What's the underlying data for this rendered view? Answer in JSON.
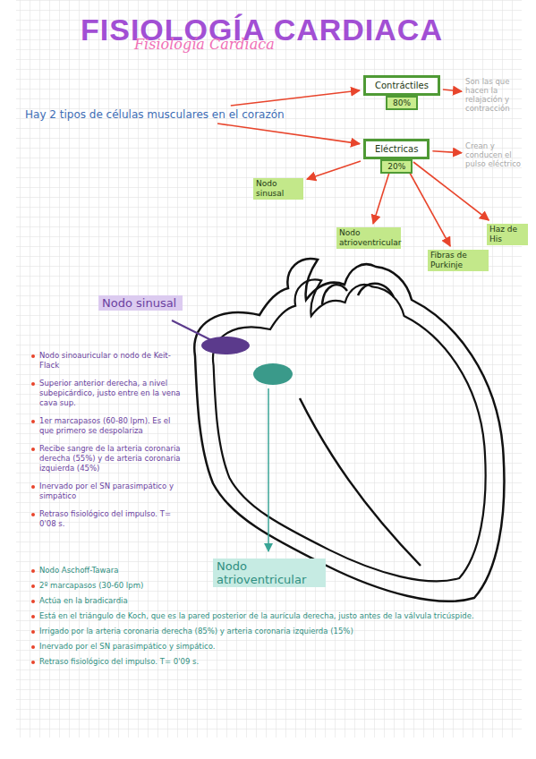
{
  "diagram": {
    "title": "FISIOLOGÍA CARDIACA",
    "nodes": [
      {
        "text": [
          "Hay 2 tipos de células musculares en el corazón"
        ]
      },
      {
        "text": [
          "Contráctiles",
          "80%"
        ]
      },
      {
        "text": [
          "Eléctricas",
          "20%"
        ]
      },
      {
        "text": [
          "Nodo sinusal"
        ]
      },
      {
        "text": [
          "Nodo atrioventricular"
        ]
      },
      {
        "text": [
          "Fibras de Purkinje"
        ]
      },
      {
        "text": [
          "Haz de His"
        ]
      },
      {
        "text": [
          "Son las que hacen la relajación y contracción"
        ]
      },
      {
        "text": [
          "Crean y conducen el pulso eléctrico"
        ]
      }
    ],
    "edges": [
      {
        "from": 0,
        "to": 1,
        "arrow": "to"
      },
      {
        "from": 0,
        "to": 2,
        "arrow": "to"
      },
      {
        "from": 1,
        "to": 7,
        "arrow": "to"
      },
      {
        "from": 2,
        "to": 8,
        "arrow": "to"
      },
      {
        "from": 2,
        "to": 3,
        "arrow": "to"
      },
      {
        "from": 2,
        "to": 4,
        "arrow": "to"
      },
      {
        "from": 2,
        "to": 5,
        "arrow": "to"
      },
      {
        "from": 2,
        "to": 6,
        "arrow": "to"
      }
    ],
    "labels": [
      "Fisiología Cardiaca",
      "Nodo sinusal",
      "Nodo atrioventricular",
      "Nodo sinoauricular o nodo de Keit-Flack",
      "Superior anterior derecha, a nivel subepicárdico, justo entre en la vena cava sup.",
      "1er marcapasos (60-80 lpm). Es el que primero se despolariza",
      "Recibe sangre de la arteria coronaria derecha (55%) y de arteria coronaria izquierda (45%)",
      "Inervado por el SN parasimpático y simpático",
      "Retraso fisiológico del impulso. T= 0'08 s.",
      "Nodo Aschoff-Tawara",
      "2º marcapasos (30-60 lpm)",
      "Actúa en la bradicardia",
      "Está en el triángulo de Koch, que es la pared posterior de la aurícula derecha, justo antes de la válvula tricúspide.",
      "Irrigado por la arteria coronaria derecha (85%) y arteria coronaria izquierda (15%)",
      "Inervado por el SN parasimpático y simpático.",
      "Retraso fisiológico del impulso. T= 0'09 s."
    ]
  }
}
